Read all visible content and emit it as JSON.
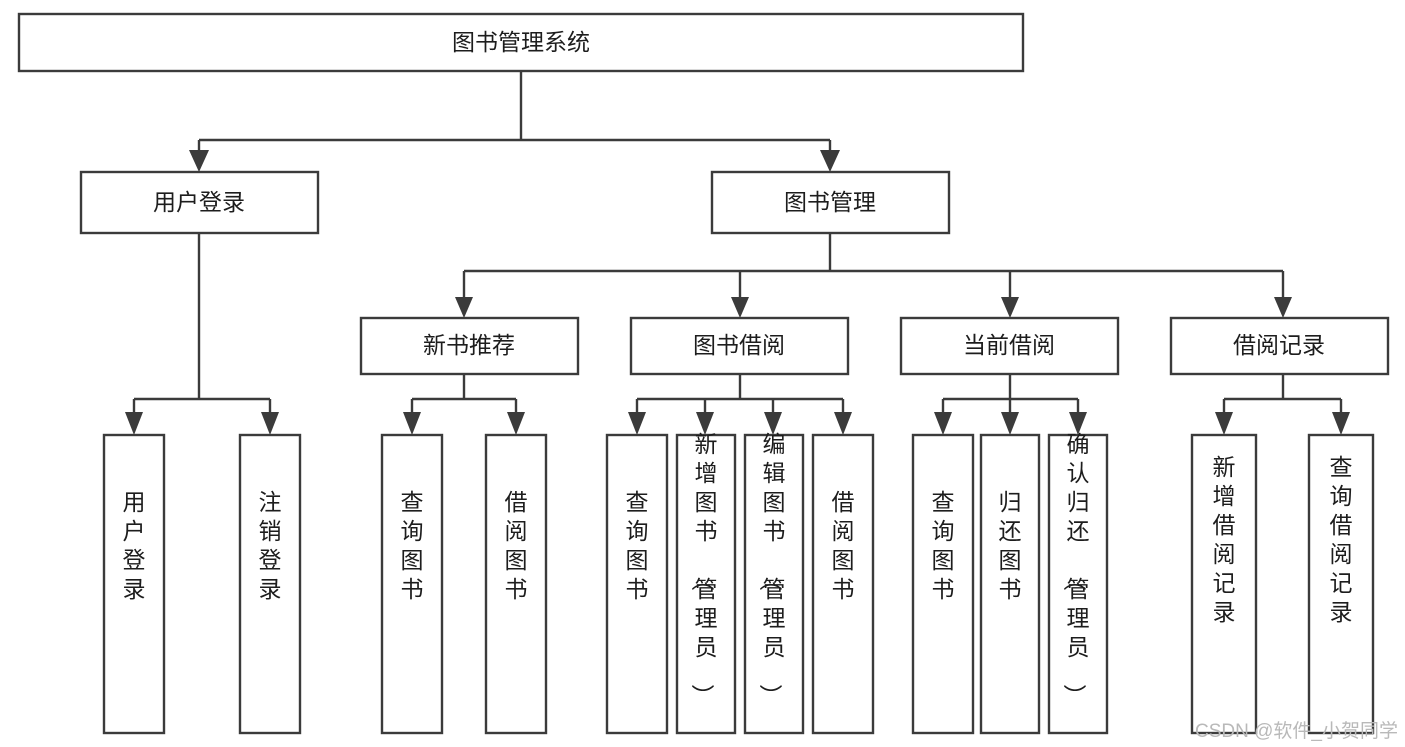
{
  "diagram": {
    "title": "图书管理系统",
    "type": "tree-hierarchy",
    "orientation": "top-down",
    "colors": {
      "stroke": "#3b3b3b",
      "box_fill": "#ffffff",
      "text": "#1d1d1d",
      "watermark": "#b9b9b9",
      "background": "#ffffff"
    },
    "root": {
      "label": "图书管理系统"
    },
    "level2": [
      {
        "label": "用户登录"
      },
      {
        "label": "图书管理"
      }
    ],
    "level3": [
      {
        "label": "新书推荐"
      },
      {
        "label": "图书借阅"
      },
      {
        "label": "当前借阅"
      },
      {
        "label": "借阅记录"
      }
    ],
    "leaves": {
      "user_login": [
        {
          "label": "用户登录"
        },
        {
          "label": "注销登录"
        }
      ],
      "new_book_recommend": [
        {
          "label": "查询图书"
        },
        {
          "label": "借阅图书"
        }
      ],
      "book_borrow": [
        {
          "label": "查询图书"
        },
        {
          "label": "新增图书（管理员）"
        },
        {
          "label": "编辑图书（管理员）"
        },
        {
          "label": "借阅图书"
        }
      ],
      "current_borrow": [
        {
          "label": "查询图书"
        },
        {
          "label": "归还图书"
        },
        {
          "label": "确认归还（管理员）"
        }
      ],
      "borrow_record": [
        {
          "label": "新增借阅记录"
        },
        {
          "label": "查询借阅记录"
        }
      ]
    },
    "watermark": "CSDN @软件_小贺同学"
  }
}
